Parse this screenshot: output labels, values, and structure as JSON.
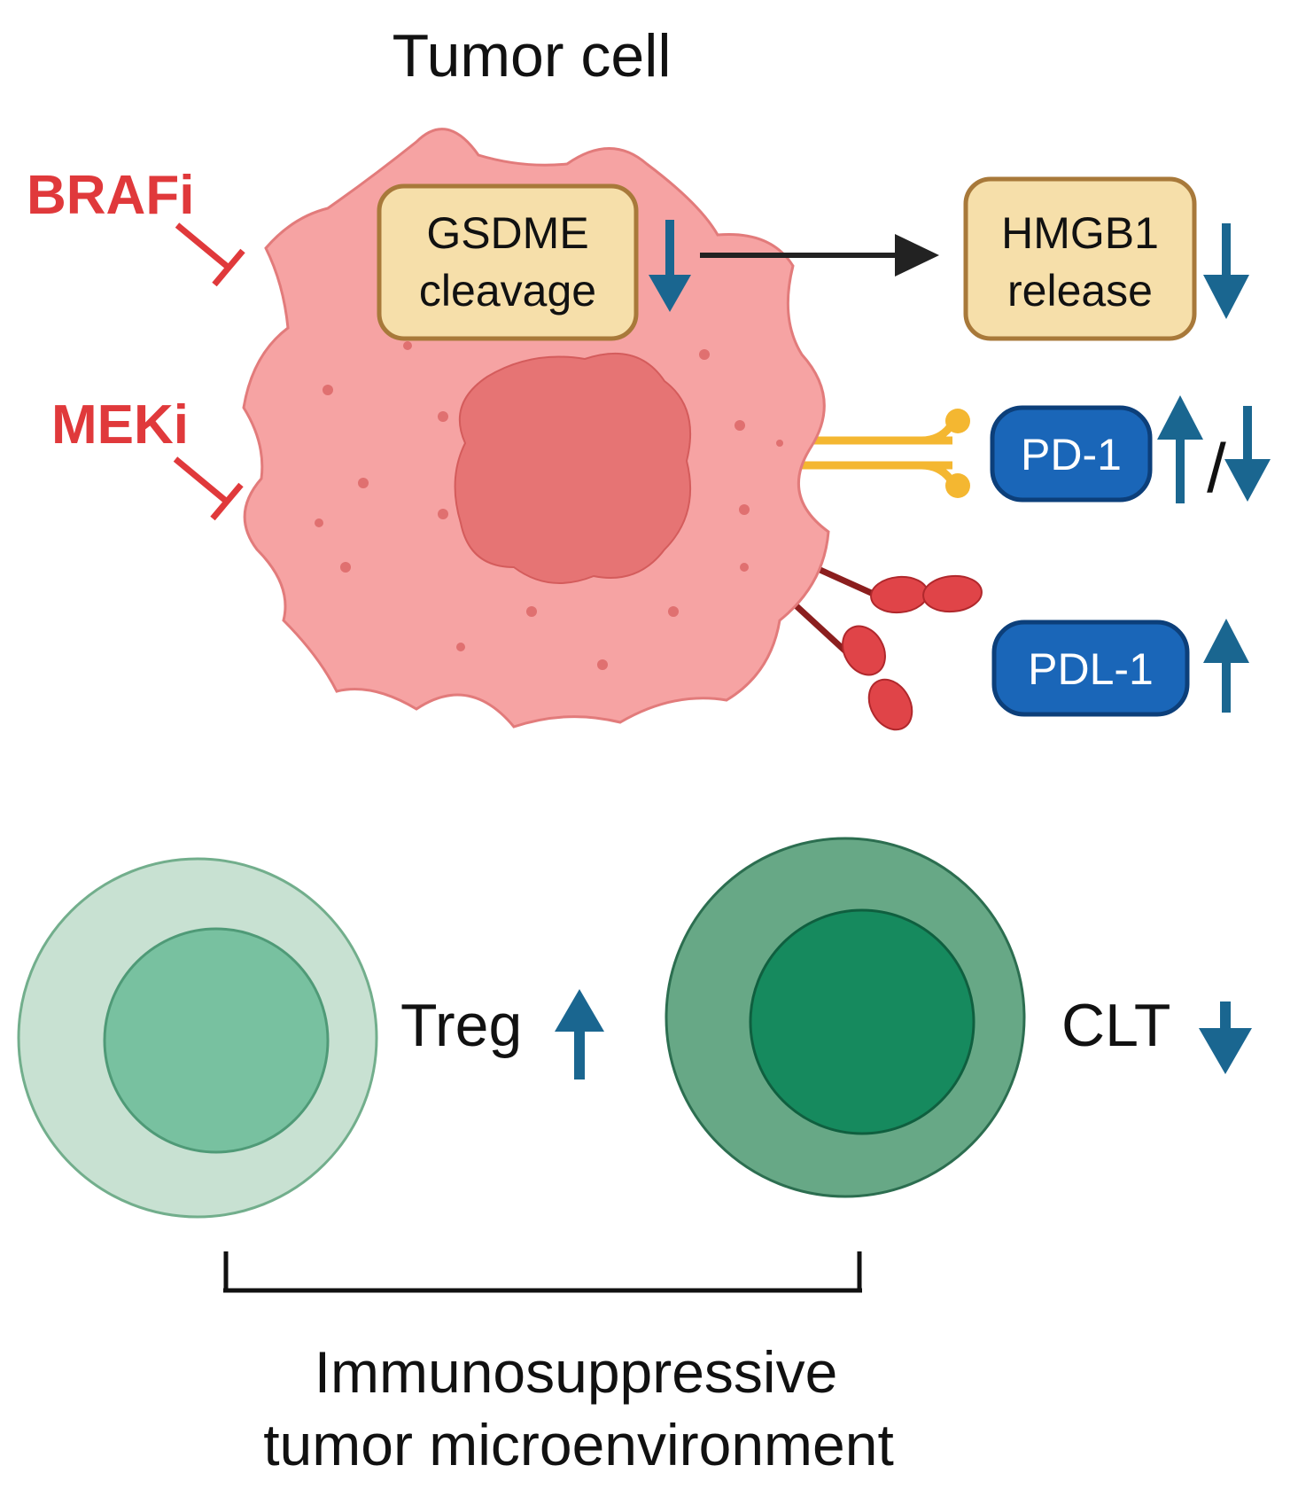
{
  "title": "Tumor cell",
  "inhibitors": [
    {
      "label": "BRAFi"
    },
    {
      "label": "MEKi"
    }
  ],
  "boxes": {
    "gsdme": {
      "line1": "GSDME",
      "line2": "cleavage"
    },
    "hmgb1": {
      "line1": "HMGB1",
      "line2": "release"
    }
  },
  "receptors": {
    "pd1": {
      "label": "PD-1",
      "separator": "/"
    },
    "pdl1": {
      "label": "PDL-1"
    }
  },
  "immune_cells": {
    "treg": {
      "label": "Treg"
    },
    "clt": {
      "label": "CLT"
    }
  },
  "caption": {
    "line1": "Immunosuppressive",
    "line2": "tumor microenvironment"
  },
  "colors": {
    "inhibitor_red": "#e0393b",
    "arrow_blue": "#1a6690",
    "box_fill": "#f6dfaa",
    "box_stroke": "#a8793a",
    "receptor_blue": "#1a66b8",
    "cell_pink": "#f6a3a3",
    "nucleus_pink": "#e67474",
    "pd1_yellow": "#f4b731",
    "pdl1_red": "#e04448",
    "treg_outer": "#c8e1d2",
    "treg_inner": "#78c1a0",
    "clt_outer": "#67a886",
    "clt_inner": "#168a5e"
  }
}
